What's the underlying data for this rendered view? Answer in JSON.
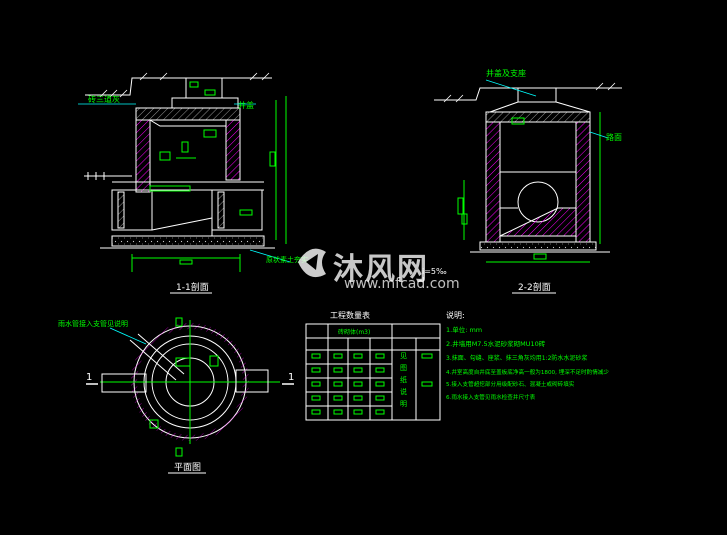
{
  "colors": {
    "background": "#000000",
    "line": "#ffffff",
    "label": "#00ff00",
    "dim": "#ffff00",
    "hatch": "#ff00ff",
    "cyan": "#00ffff"
  },
  "section_1": {
    "title": "1-1剖面",
    "label_top_left": "砖三道灰",
    "label_top_right": "井盖",
    "label_bottom_right": "原状素土夯实"
  },
  "section_2": {
    "title": "2-2剖面",
    "label_top": "井盖及支座",
    "label_right": "路面"
  },
  "plan": {
    "title": "平面图",
    "label_pipe": "雨水管接入支管见说明",
    "mark_left": "1",
    "mark_right": "1"
  },
  "table": {
    "title": "工程数量表",
    "col_header": "砖砌体(m3)",
    "side_header": [
      "见",
      "图",
      "纸",
      "说",
      "明"
    ]
  },
  "notes": {
    "title": "说明:",
    "items": [
      "1.单位: mm",
      "2.井墙用M7.5水泥砂浆砌MU10砖",
      "3.抹面、勾缝、座浆、抹三角灰均用1:2防水水泥砂浆",
      "4.井室高度自井底至盖板底净高一般为1800, 埋深不足时酌情减少",
      "5.接入支管超挖部分用级配砂石、混凝土或砌砖填实",
      "6.雨水接入支管见雨水检查井尺寸表"
    ]
  },
  "dims": {
    "slope": "i=5‰"
  },
  "watermark": {
    "brand": "沐风网",
    "url": "www.mfcad.com"
  }
}
